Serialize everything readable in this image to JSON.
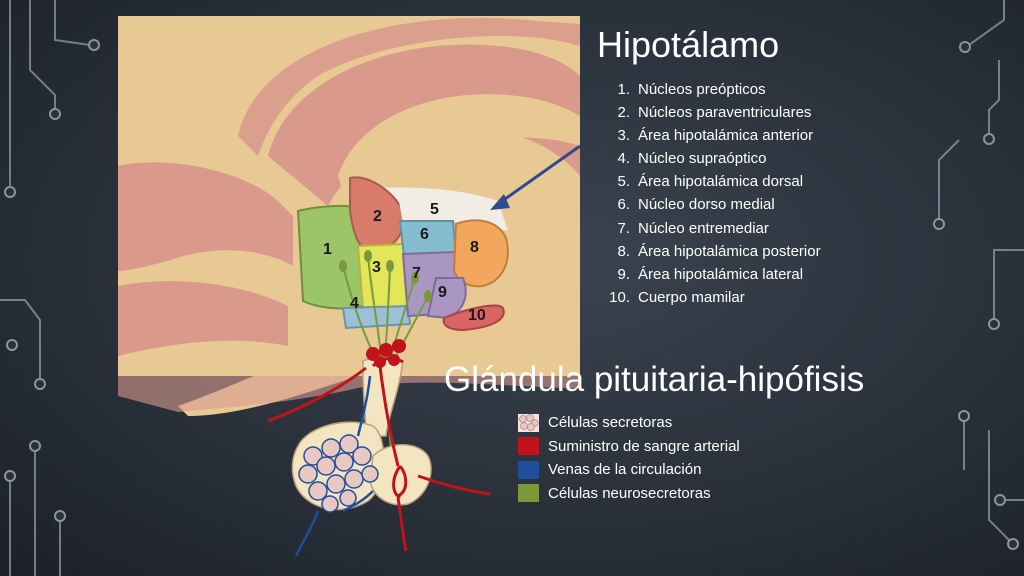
{
  "hypothalamus": {
    "title": "Hipotálamo",
    "nuclei": [
      {
        "num": "1.",
        "label": "Núcleos preópticos"
      },
      {
        "num": "2.",
        "label": "Núcleos paraventriculares"
      },
      {
        "num": "3.",
        "label": "Área hipotalámica anterior"
      },
      {
        "num": "4.",
        "label": "Núcleo supraóptico"
      },
      {
        "num": "5.",
        "label": "Área hipotalámica dorsal"
      },
      {
        "num": "6.",
        "label": "Núcleo dorso medial"
      },
      {
        "num": "7.",
        "label": "Núcleo entremediar"
      },
      {
        "num": "8.",
        "label": "Área hipotalámica posterior"
      },
      {
        "num": "9.",
        "label": "Área hipotalámica lateral"
      },
      {
        "num": "10.",
        "label": "Cuerpo mamilar"
      }
    ]
  },
  "pituitary": {
    "title": "Glándula pituitaria-hipófisis",
    "legend": [
      {
        "label": "Células secretoras",
        "color": "#e9c7c2",
        "icon": "secretory-cells-icon"
      },
      {
        "label": "Suministro de sangre arterial",
        "color": "#c0141a",
        "icon": "red-square"
      },
      {
        "label": "Venas de la circulación",
        "color": "#1f4f9a",
        "icon": "blue-square"
      },
      {
        "label": "Células neurosecretoras",
        "color": "#7a9a3a",
        "icon": "green-square"
      }
    ]
  },
  "region_labels": [
    "1",
    "2",
    "3",
    "4",
    "5",
    "6",
    "7",
    "8",
    "9",
    "10"
  ],
  "colors": {
    "region_1": "#9cc567",
    "region_2": "#d97b6b",
    "region_3": "#e3e55a",
    "region_4": "#9cc0d6",
    "region_5": "#f1ece4",
    "region_6": "#85bccf",
    "region_7": "#a996c2",
    "region_8": "#f2a65e",
    "region_9": "#a996c2",
    "region_10": "#d96565",
    "brain_tissue": "#e8c994",
    "brain_fold": "#d89b8f",
    "arrow": "#2f4a8e"
  }
}
